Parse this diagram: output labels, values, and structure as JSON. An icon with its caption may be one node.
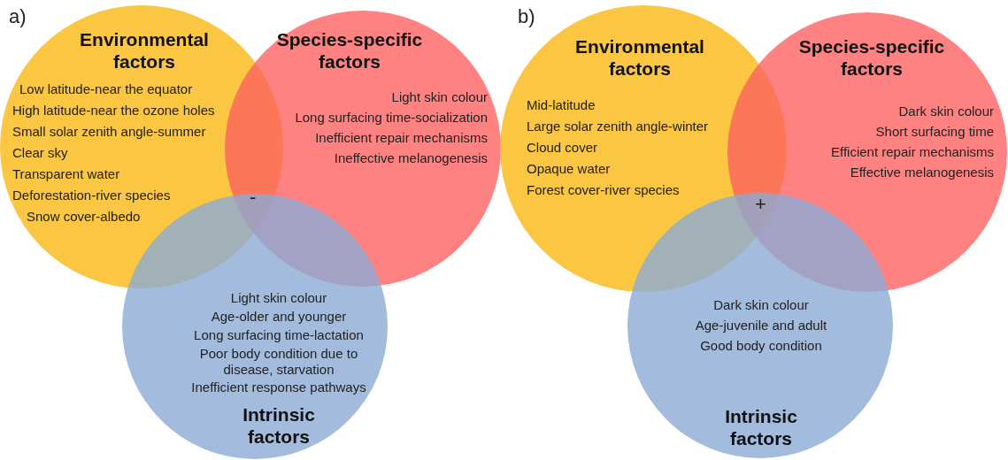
{
  "diagram": {
    "nodes": [
      {
        "text": [
          "Environmental factors",
          "Low latitude-near the equator",
          "High latitude-near the ozone holes",
          "Small solar zenith angle-summer",
          "Clear sky",
          "Transparent water",
          "Deforestation-river species",
          "Snow cover-albedo"
        ]
      },
      {
        "text": [
          "Species-specific factors",
          "Light skin colour",
          "Long surfacing time-socialization",
          "Inefficient repair mechanisms",
          "Ineffective melanogenesis"
        ]
      },
      {
        "text": [
          "Light skin colour",
          "Age-older and younger",
          "Long surfacing time-lactation",
          "Poor body condition due to disease, starvation",
          "Inefficient response pathways",
          "Intrinsic factors"
        ]
      },
      {
        "text": [
          "Environmental factors",
          "Mid-latitude",
          "Large solar zenith angle-winter",
          "Cloud cover",
          "Opaque water",
          "Forest cover-river species"
        ]
      },
      {
        "text": [
          "Species-specific factors",
          "Dark skin colour",
          "Short surfacing time",
          "Efficient repair mechanisms",
          "Effective melanogenesis"
        ]
      },
      {
        "text": [
          "Dark skin colour",
          "Age-juvenile and adult",
          "Good body condition",
          "Intrinsic factors"
        ]
      }
    ],
    "labels": [
      "a)",
      "-",
      "b)",
      "+"
    ]
  }
}
